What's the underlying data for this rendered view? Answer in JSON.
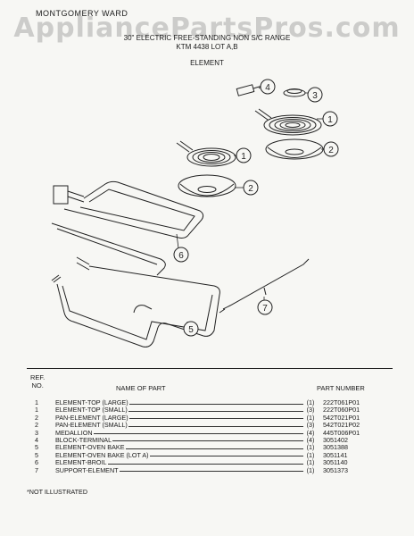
{
  "header": {
    "brand": "MONTGOMERY WARD",
    "watermark": "AppliancePartsPros.com",
    "subtitle": "30\" ELECTRIC FREE-STANDING NON S/C RANGE",
    "model": "KTM 4438 LOT A,B",
    "section": "ELEMENT"
  },
  "diagram": {
    "callouts": [
      "1",
      "1",
      "2",
      "2",
      "3",
      "4",
      "5",
      "6",
      "7"
    ]
  },
  "table": {
    "col_ref": "REF.",
    "col_no": "NO.",
    "col_name": "NAME OF PART",
    "col_part": "PART NUMBER",
    "rows": [
      {
        "ref": "1",
        "name": "ELEMENT-TOP (LARGE)",
        "qty": "(1)",
        "part": "222T061P01"
      },
      {
        "ref": "1",
        "name": "ELEMENT-TOP (SMALL)",
        "qty": "(3)",
        "part": "222T060P01"
      },
      {
        "ref": "2",
        "name": "PAN-ELEMENT (LARGE)",
        "qty": "(1)",
        "part": "542T021P01"
      },
      {
        "ref": "2",
        "name": "PAN-ELEMENT (SMALL)",
        "qty": "(3)",
        "part": "542T021P02"
      },
      {
        "ref": "3",
        "name": "MEDALLION",
        "qty": "(4)",
        "part": "445T006P01"
      },
      {
        "ref": "4",
        "name": "BLOCK-TERMINAL",
        "qty": "(4)",
        "part": "3051402"
      },
      {
        "ref": "5",
        "name": "ELEMENT-OVEN BAKE",
        "qty": "(1)",
        "part": "3051388"
      },
      {
        "ref": "5",
        "name": "ELEMENT-OVEN BAKE (LOT A)",
        "qty": "(1)",
        "part": "3051141"
      },
      {
        "ref": "6",
        "name": "ELEMENT-BROIL",
        "qty": "(1)",
        "part": "3051140"
      },
      {
        "ref": "7",
        "name": "SUPPORT-ELEMENT",
        "qty": "(1)",
        "part": "3051373"
      }
    ]
  },
  "footer": {
    "note": "*NOT ILLUSTRATED"
  }
}
